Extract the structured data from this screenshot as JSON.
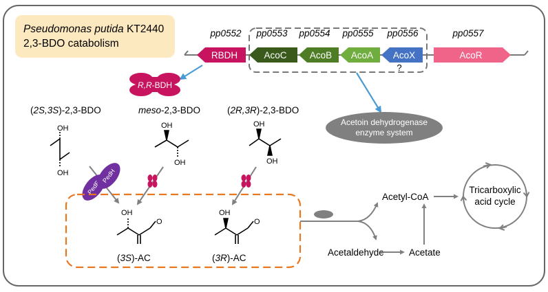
{
  "title": {
    "organism": "Pseudomonas putida",
    "strain": " KT2440",
    "line2": "2,3-BDO catabolism"
  },
  "gene_ids": [
    "pp0552",
    "pp0553",
    "pp0554",
    "pp0555",
    "pp0556",
    "pp0557"
  ],
  "genes": [
    "RBDH",
    "AcoC",
    "AcoB",
    "AcoA",
    "AcoX",
    "AcoR"
  ],
  "acox_question": "?",
  "enzyme_rr": {
    "prefix": "R,R",
    "suffix": "-BDH"
  },
  "acetoin_system": {
    "line1": "Acetoin dehydrogenase",
    "line2": "enzyme system"
  },
  "substrates": {
    "ss": {
      "pre": "(",
      "stereo": "2S,3S",
      "post": ")-2,3-BDO"
    },
    "meso": {
      "stereo": "meso",
      "post": "-2,3-BDO"
    },
    "rr": {
      "pre": "(",
      "stereo": "2R,3R",
      "post": ")-2,3-BDO"
    }
  },
  "ped": [
    "PedH",
    "PedE"
  ],
  "oh": "OH",
  "o": "O",
  "products": {
    "s": {
      "pre": "(",
      "stereo": "3S",
      "post": ")-AC"
    },
    "r": {
      "pre": "(",
      "stereo": "3R",
      "post": ")-AC"
    }
  },
  "metabolites": {
    "acetyl_coa": "Acetyl-CoA",
    "acetaldehyde": "Acetaldehyde",
    "acetate": "Acetate",
    "tca_line1": "Tricarboxylic",
    "tca_line2": "acid cycle"
  },
  "colors": {
    "rbdh": "#c8145e",
    "aco_dark": "#3a5a1c",
    "aco_mid": "#4e7d26",
    "aco_light": "#6fae3e",
    "acox": "#4472c4",
    "acor": "#f0648a",
    "ped": "#7030a0",
    "orange": "#e87722",
    "blue_arrow": "#4a9ad4",
    "gray": "#7f7f7f"
  }
}
